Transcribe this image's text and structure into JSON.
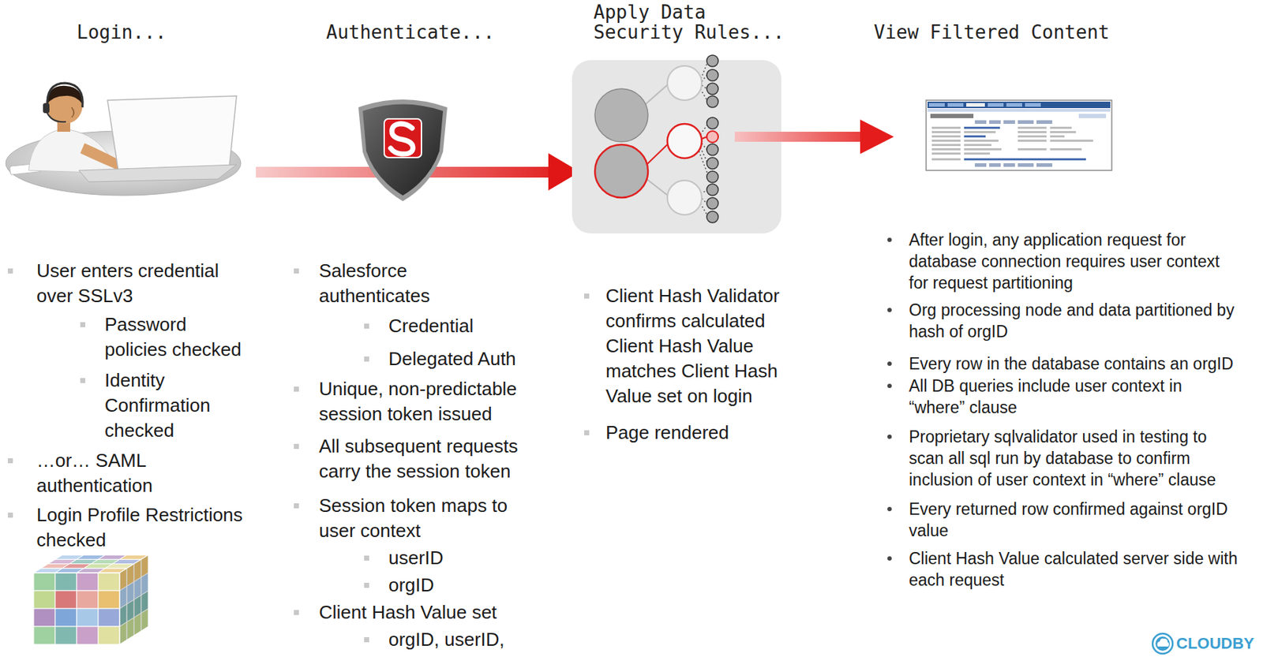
{
  "diagram": {
    "labels": [
      "Login...",
      "Authenticate...",
      "Apply Data Security Rules...",
      "View Filtered Content",
      "User enters credential over SSLv3",
      "Password policies checked",
      "Identity Confirmation checked",
      "…or… SAML authentication",
      "Login Profile Restrictions checked",
      "Salesforce authenticates",
      "Credential",
      "Delegated Auth",
      "Unique, non-predictable session token issued",
      "All subsequent requests carry the session token",
      "Session token maps to user context",
      "userID",
      "orgID",
      "Client Hash Value set",
      "orgID, userID,",
      "Client Hash Validator confirms calculated Client Hash Value matches Client Hash Value set on login",
      "Page rendered",
      "After login, any application request for database connection requires user context for request partitioning",
      "Org processing node and data partitioned by hash of orgID",
      "Every row in the database contains an orgID",
      "All DB queries include user context in “where” clause",
      "Proprietary sqlvalidator used in testing to scan all sql run by database to confirm inclusion of user context in “where” clause",
      "Every returned row confirmed against orgID value",
      "Client Hash Value calculated server side with each request",
      "CLOUDBY"
    ]
  }
}
